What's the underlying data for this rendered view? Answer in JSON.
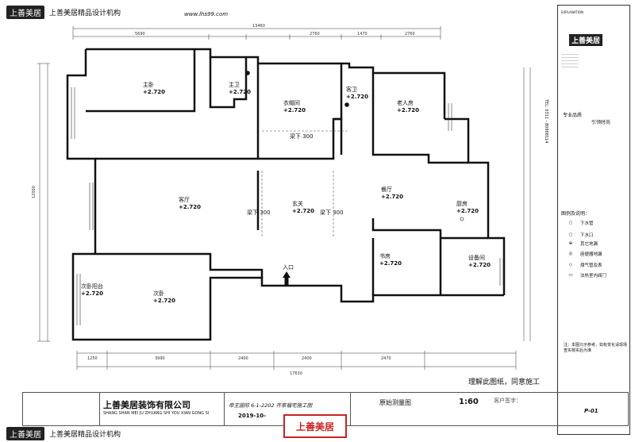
{
  "header": {
    "logo": "上善美居",
    "title": "上善美居精品设计机构",
    "url": "www.lhs99.com"
  },
  "footer": {
    "logo": "上善美居",
    "title": "上善美居精品设计机构"
  },
  "rooms": [
    {
      "name": "主卧",
      "level": "+2.720"
    },
    {
      "name": "主卫",
      "level": "+2.720"
    },
    {
      "name": "衣帽间",
      "level": "+2.720"
    },
    {
      "name": "客卫",
      "level": "+2.720"
    },
    {
      "name": "老人房",
      "level": "+2.720"
    },
    {
      "name": "客厅",
      "level": "+2.720"
    },
    {
      "name": "玄关",
      "level": "+2.720"
    },
    {
      "name": "餐厅",
      "level": "+2.720"
    },
    {
      "name": "厨房",
      "level": "+2.720"
    },
    {
      "name": "书房",
      "level": "+2.720"
    },
    {
      "name": "设备间",
      "level": "+2.720"
    },
    {
      "name": "次卧阳台",
      "level": "+2.720"
    },
    {
      "name": "次卧",
      "level": "+2.720"
    }
  ],
  "beams": {
    "beam1": "梁下 300",
    "beam2": "梁下 300",
    "beam3": "梁下 300"
  },
  "entrance": "入口",
  "dims": {
    "top_total": "13460",
    "top": [
      "5690",
      "1470",
      "2760",
      "2760"
    ],
    "bottom_total": "17630",
    "bottom": [
      "1250",
      "3990",
      "2400",
      "2400",
      "2470"
    ],
    "left_total": "12000"
  },
  "confirm_text": "理解此图纸，同意施工",
  "legend": {
    "title": "图例及说明：",
    "items": [
      {
        "sym": "○",
        "label": "下水管"
      },
      {
        "sym": "○",
        "label": "下水口"
      },
      {
        "sym": "⊕",
        "label": "其它地漏"
      },
      {
        "sym": "◎",
        "label": "座便器地漏"
      },
      {
        "sym": "◇",
        "label": "煤气管及表"
      },
      {
        "sym": "▭",
        "label": "法热室内阀门"
      }
    ],
    "note": "注：本图只示参考，如有变化请现场查实核实后为准"
  },
  "right_panel": {
    "explanation": "EXPLANATION",
    "logo": "上善美居",
    "phone": "TEL: 0311 - 80908114",
    "pro_label": "专业品质",
    "lead_label": "引领时尚"
  },
  "title_block": {
    "company": "上善美居装饰有限公司",
    "company_en": "SHANG SHAN MEI JU ZHUANG SHI YOU XIAN GONG SI",
    "project": "帝王国际 6-1-2202   齐家福宅施工图",
    "date": "2019-10-",
    "drawing_name": "原始测量图",
    "scale": "1:60",
    "sign_label": "客户签字：",
    "page": "P-01",
    "stamp": "上善美居"
  }
}
